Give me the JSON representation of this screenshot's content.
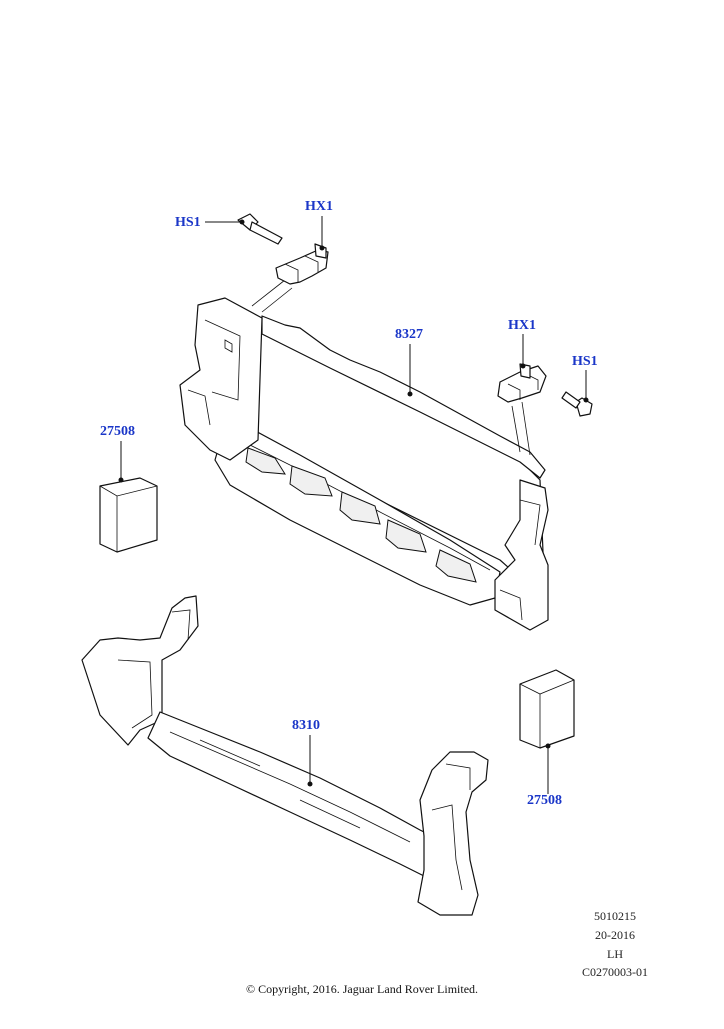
{
  "diagram": {
    "callouts": [
      {
        "id": "hs1-left",
        "text": "HS1"
      },
      {
        "id": "hx1-left",
        "text": "HX1"
      },
      {
        "id": "p8327",
        "text": "8327"
      },
      {
        "id": "hx1-right",
        "text": "HX1"
      },
      {
        "id": "hs1-right",
        "text": "HS1"
      },
      {
        "id": "p27508-left",
        "text": "27508"
      },
      {
        "id": "p8310",
        "text": "8310"
      },
      {
        "id": "p27508-right",
        "text": "27508"
      }
    ],
    "info_block": {
      "line1": "5010215",
      "line2": "20-2016",
      "line3": "LH",
      "line4": "C0270003-01"
    },
    "copyright": "© Copyright, 2016. Jaguar Land Rover Limited.",
    "callout_color": "#1a36c8"
  }
}
